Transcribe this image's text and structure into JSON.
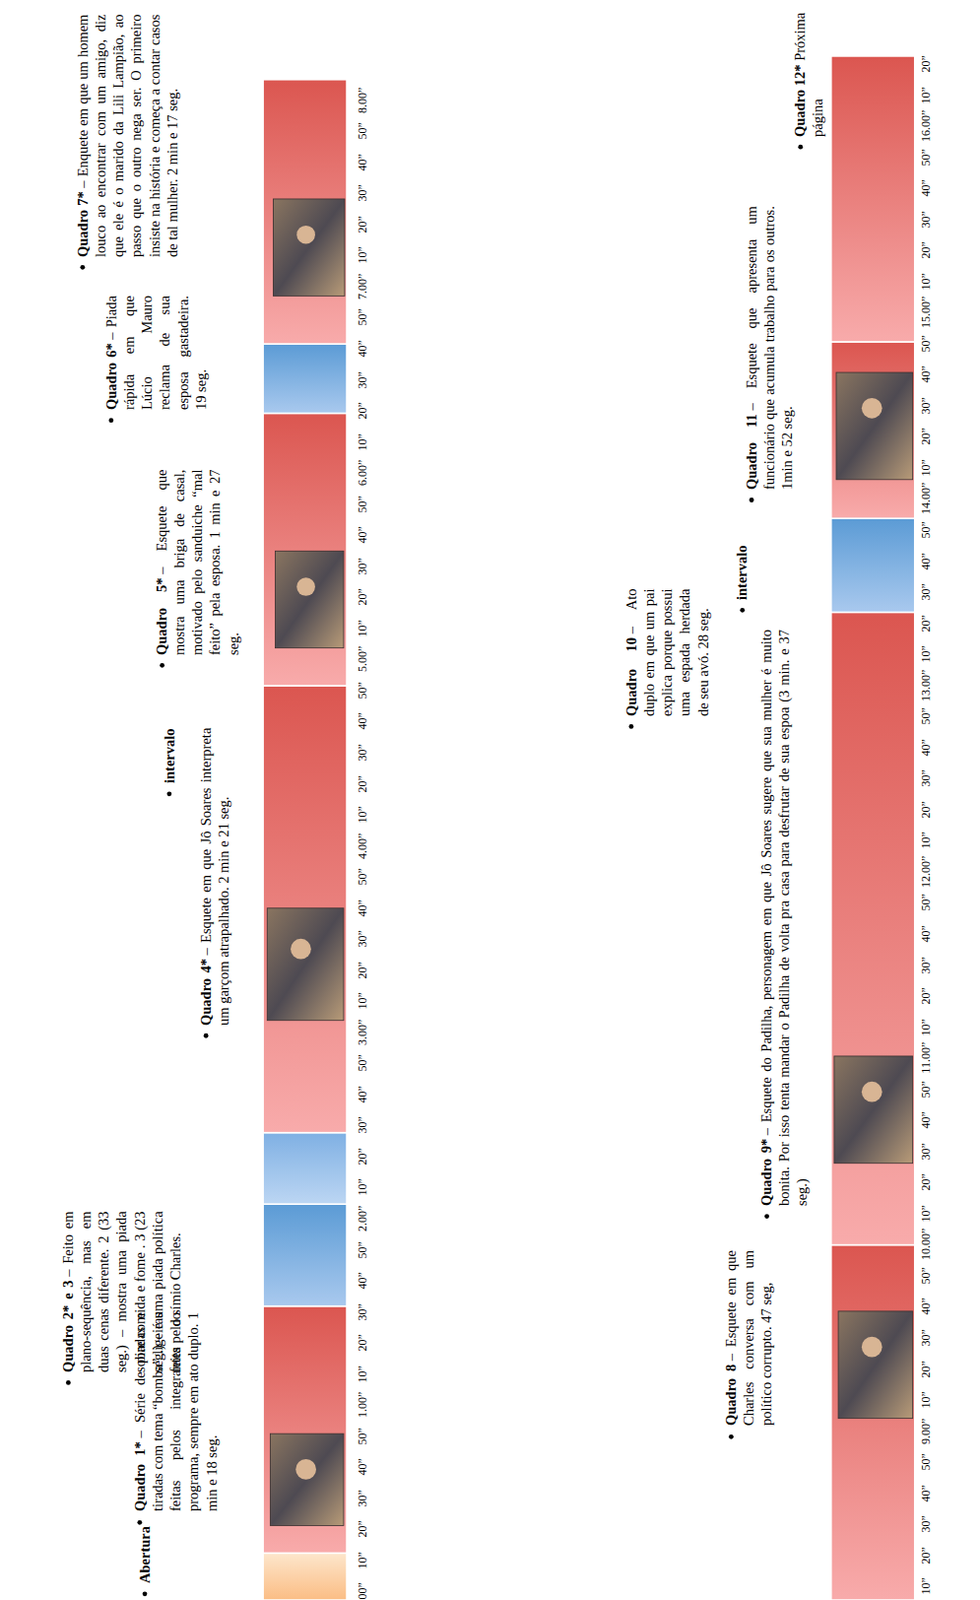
{
  "diagram": {
    "labels": [
      "Abertura",
      "Quadro 1*",
      "– Série de piadas e tiradas com tema “bomba” ligeiras feitas pelos integrantes do programa, sempre em ato duplo. 1 min e 18 seg.",
      "Quadro 2* e 3",
      "– Feito em plano-sequência, mas em duas cenas diferente. 2 (33 seg.) – mostra uma piada sobre comida e fome . 3 (23 seg.) – é uma piada política feita pelo símio Charles.",
      "Quadro 4*",
      "– Esquete em que Jô Soares interpreta um garçom atrapalhado. 2 min e 21 seg.",
      "intervalo",
      "Quadro 5*",
      "– Esquete que mostra uma briga de casal, motivado pelo sanduiche “mal feito” pela esposa. 1 min e 27 seg.",
      "Quadro 6*",
      "– Piada rápida em que Lúcio Mauro reclama de sua esposa gastadeira. 19 seg.",
      "Quadro 7*",
      "– Enquete em que um homem louco ao encontrar com um amigo, diz que ele é o marido da Lili Lampião, ao passo que o outro nega ser. O primeiro insiste na história e começa a contar casos de tal mulher. 2 min e 17 seg.",
      "Quadro 8",
      "– Esquete em que Charles conversa com um político corrupto. 47 seg,",
      "Quadro 9*",
      "– Esquete do Padilha, personagem em que Jô Soares sugere que sua mulher é muito bonita. Por isso tenta mandar o Padilha de volta pra casa para desfrutar de sua espoa (3 min. e 37 seg.)",
      "Quadro 10",
      "– Ato duplo em que um pai explica porque possui uma espada herdada de seu avó. 28 seg.",
      "intervalo",
      "Quadro 11",
      "– Esquete que apresenta um funcionário que acumula trabalho para os outros. 1min e 52 seg.",
      "Quadro 12*",
      "Próxima página",
      "00”",
      "10”",
      "20”",
      "30”",
      "40”",
      "50”",
      "1.00”",
      "10”",
      "20”",
      "30”",
      "40”",
      "50”",
      "2.00”",
      "10”",
      "20”",
      "30”",
      "40”",
      "50”",
      "3.00”",
      "10”",
      "20”",
      "30”",
      "40”",
      "50”",
      "4.00”",
      "10”",
      "20”",
      "30”",
      "40”",
      "50”",
      "5.00”",
      "10”",
      "20”",
      "30”",
      "40”",
      "50”",
      "6.00”",
      "10”",
      "20”",
      "30”",
      "40”",
      "50”",
      "7.00”",
      "10”",
      "20”",
      "30”",
      "40”",
      "50”",
      "8.00”",
      "10”",
      "20”",
      "30”",
      "40”",
      "50”",
      "9.00”",
      "10”",
      "20”",
      "30”",
      "40”",
      "50”",
      "10.00”",
      "10”",
      "20”",
      "30”",
      "40”",
      "50”",
      "11.00”",
      "10”",
      "20”",
      "30”",
      "40”",
      "50”",
      "12.00”",
      "10”",
      "20”",
      "30”",
      "40”",
      "50”",
      "13.00”",
      "10”",
      "20”",
      "30”",
      "40”",
      "50”",
      "14.00”",
      "10”",
      "20”",
      "30”",
      "40”",
      "50”",
      "15.00”",
      "10”",
      "20”",
      "30”",
      "40”",
      "50”",
      "16.00”",
      "10”",
      "20”"
    ]
  }
}
